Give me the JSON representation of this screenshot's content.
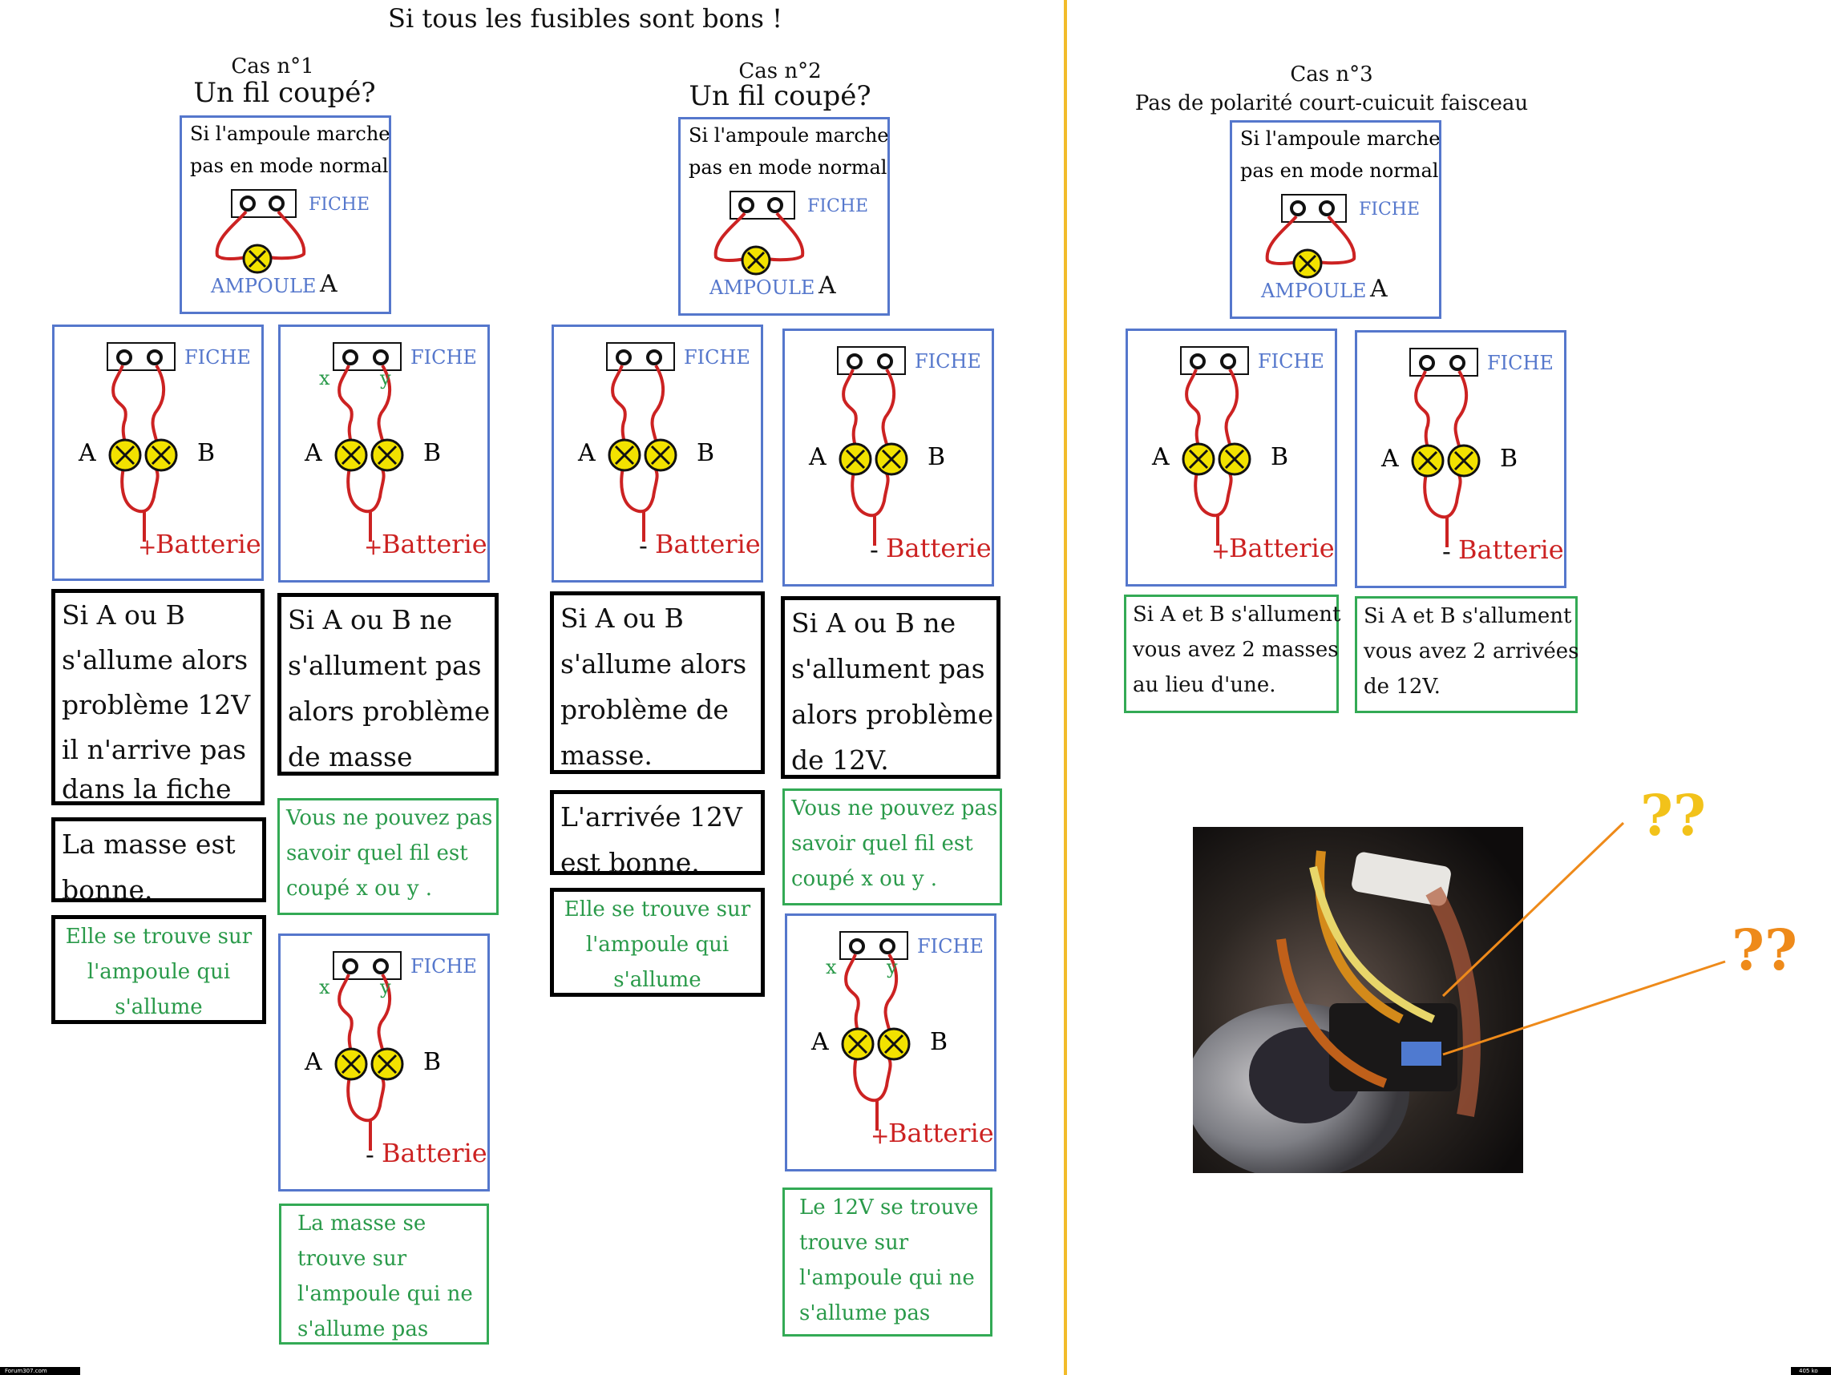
{
  "header": {
    "main_title": "Si tous les fusibles sont bons !"
  },
  "cases": [
    {
      "label": "Cas  n°1",
      "subtitle": "Un fil coupé?"
    },
    {
      "label": "Cas n°2",
      "subtitle": "Un fil coupé?"
    },
    {
      "label": "Cas n°3",
      "subtitle": "Pas de polarité court-cuicuit faisceau"
    }
  ],
  "labels": {
    "plug": "FICHE",
    "bulb": "AMPOULE",
    "bulb_letter": "A",
    "bulb_a": "A",
    "bulb_b": "B",
    "wire_x": "x",
    "wire_y": "y",
    "battery": "Batterie",
    "plus": "+",
    "minus": "-"
  },
  "top_note": [
    "Si l'ampoule marche",
    "pas en mode normal"
  ],
  "case1": {
    "box1": [
      "Si A ou B",
      "s'allume alors",
      "problème 12V",
      "il n'arrive pas",
      "dans la fiche"
    ],
    "box2": [
      "La masse est",
      "bonne."
    ],
    "box3": [
      "Elle se trouve sur",
      "l'ampoule qui",
      "s'allume"
    ],
    "box4": [
      "Si A ou B ne",
      "s'allument pas",
      "alors problème",
      "de masse"
    ],
    "box5": [
      "Vous ne pouvez pas",
      "savoir quel fil est",
      "coupé x ou y ."
    ],
    "box6": [
      "La masse se",
      "trouve sur",
      "l'ampoule qui ne",
      "s'allume pas"
    ]
  },
  "case2": {
    "box1": [
      "Si A ou B",
      "s'allume alors",
      "problème de",
      "masse."
    ],
    "box2": [
      "L'arrivée 12V",
      "est bonne."
    ],
    "box3": [
      "Elle se trouve sur",
      "l'ampoule qui",
      "s'allume"
    ],
    "box4": [
      "Si A ou B ne",
      "s'allument pas",
      "alors problème",
      "de 12V."
    ],
    "box5": [
      "Vous ne pouvez pas",
      "savoir quel fil est",
      "coupé x ou y ."
    ],
    "box6": [
      "Le 12V se trouve",
      "trouve sur",
      "l'ampoule qui ne",
      "s'allume pas"
    ]
  },
  "case3": {
    "box1": [
      "Si A et B s'allument",
      "vous avez 2 masses",
      "au lieu d'une."
    ],
    "box2": [
      "Si A et B s'allument",
      "vous avez 2 arrivées",
      "de 12V."
    ]
  },
  "photo": {
    "annotation_top": "??",
    "annotation_bottom": "??"
  },
  "colors": {
    "wire": "#cc2222",
    "bulb": "#f2e200",
    "label_blue": "#5577cc",
    "battery_red": "#cc2222",
    "green": "#2a9a4a",
    "divider": "#f2bb2a",
    "annotation": "#ee8a1a"
  },
  "footer": {
    "left": "Forum307.com",
    "right": "405 ko"
  }
}
